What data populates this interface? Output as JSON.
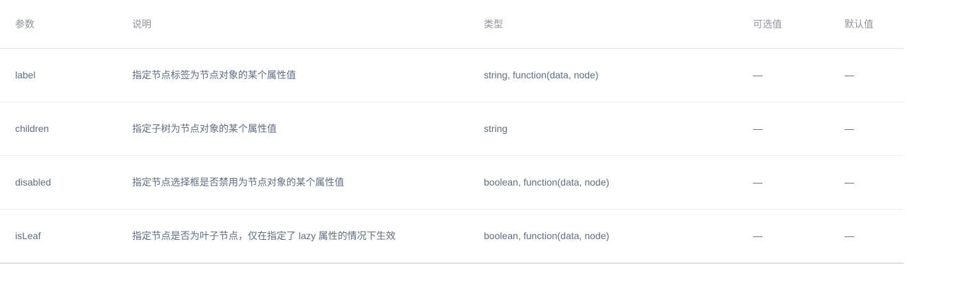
{
  "table": {
    "columns": [
      {
        "key": "param",
        "label": "参数"
      },
      {
        "key": "desc",
        "label": "说明"
      },
      {
        "key": "type",
        "label": "类型"
      },
      {
        "key": "options",
        "label": "可选值"
      },
      {
        "key": "default",
        "label": "默认值"
      }
    ],
    "rows": [
      {
        "param": "label",
        "desc": "指定节点标签为节点对象的某个属性值",
        "type": "string, function(data, node)",
        "options": "—",
        "default": "—"
      },
      {
        "param": "children",
        "desc": "指定子树为节点对象的某个属性值",
        "type": "string",
        "options": "—",
        "default": "—"
      },
      {
        "param": "disabled",
        "desc": "指定节点选择框是否禁用为节点对象的某个属性值",
        "type": "boolean, function(data, node)",
        "options": "—",
        "default": "—"
      },
      {
        "param": "isLeaf",
        "desc": "指定节点是否为叶子节点，仅在指定了 lazy 属性的情况下生效",
        "type": "boolean, function(data, node)",
        "options": "—",
        "default": "—"
      }
    ]
  },
  "colors": {
    "header_text": "#909399",
    "body_text": "#5e6d82",
    "row_border": "#ebeef5",
    "strong_border": "#dcdfe6",
    "background": "#ffffff"
  }
}
